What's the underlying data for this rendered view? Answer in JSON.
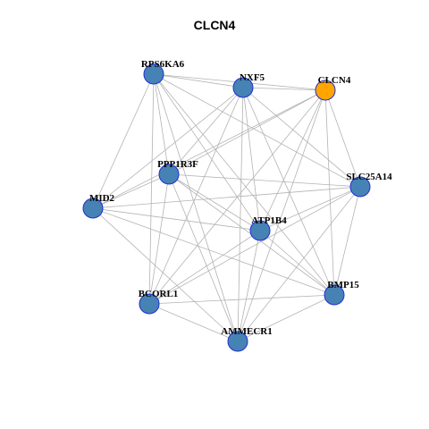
{
  "title": "CLCN4",
  "colors": {
    "node_default": "#4682b4",
    "node_query": "#ffa500",
    "node_border": "#1f2fd6",
    "edge": "#b3b3b3"
  },
  "nodes": [
    {
      "id": "RPS6KA6",
      "label": "RPS6KA6",
      "query": false
    },
    {
      "id": "NXF5",
      "label": "NXF5",
      "query": false
    },
    {
      "id": "CLCN4",
      "label": "CLCN4",
      "query": true
    },
    {
      "id": "PPP1R3F",
      "label": "PPP1R3F",
      "query": false
    },
    {
      "id": "SLC25A14",
      "label": "SLC25A14",
      "query": false
    },
    {
      "id": "MID2",
      "label": "MID2",
      "query": false
    },
    {
      "id": "ATP1B4",
      "label": "ATP1B4",
      "query": false
    },
    {
      "id": "BCORL1",
      "label": "BCORL1",
      "query": false
    },
    {
      "id": "BMP15",
      "label": "BMP15",
      "query": false
    },
    {
      "id": "AMMECR1",
      "label": "AMMECR1",
      "query": false
    }
  ],
  "edges": [
    [
      "RPS6KA6",
      "NXF5"
    ],
    [
      "RPS6KA6",
      "CLCN4"
    ],
    [
      "RPS6KA6",
      "PPP1R3F"
    ],
    [
      "RPS6KA6",
      "SLC25A14"
    ],
    [
      "RPS6KA6",
      "MID2"
    ],
    [
      "RPS6KA6",
      "ATP1B4"
    ],
    [
      "RPS6KA6",
      "BCORL1"
    ],
    [
      "RPS6KA6",
      "BMP15"
    ],
    [
      "RPS6KA6",
      "AMMECR1"
    ],
    [
      "NXF5",
      "CLCN4"
    ],
    [
      "NXF5",
      "PPP1R3F"
    ],
    [
      "NXF5",
      "SLC25A14"
    ],
    [
      "NXF5",
      "MID2"
    ],
    [
      "NXF5",
      "ATP1B4"
    ],
    [
      "NXF5",
      "BCORL1"
    ],
    [
      "NXF5",
      "BMP15"
    ],
    [
      "NXF5",
      "AMMECR1"
    ],
    [
      "CLCN4",
      "PPP1R3F"
    ],
    [
      "CLCN4",
      "SLC25A14"
    ],
    [
      "CLCN4",
      "MID2"
    ],
    [
      "CLCN4",
      "ATP1B4"
    ],
    [
      "CLCN4",
      "BCORL1"
    ],
    [
      "CLCN4",
      "BMP15"
    ],
    [
      "CLCN4",
      "AMMECR1"
    ],
    [
      "PPP1R3F",
      "SLC25A14"
    ],
    [
      "PPP1R3F",
      "MID2"
    ],
    [
      "PPP1R3F",
      "ATP1B4"
    ],
    [
      "PPP1R3F",
      "BCORL1"
    ],
    [
      "PPP1R3F",
      "BMP15"
    ],
    [
      "PPP1R3F",
      "AMMECR1"
    ],
    [
      "SLC25A14",
      "MID2"
    ],
    [
      "SLC25A14",
      "ATP1B4"
    ],
    [
      "SLC25A14",
      "BCORL1"
    ],
    [
      "SLC25A14",
      "BMP15"
    ],
    [
      "SLC25A14",
      "AMMECR1"
    ],
    [
      "MID2",
      "ATP1B4"
    ],
    [
      "MID2",
      "BMP15"
    ],
    [
      "MID2",
      "AMMECR1"
    ],
    [
      "ATP1B4",
      "BCORL1"
    ],
    [
      "ATP1B4",
      "BMP15"
    ],
    [
      "ATP1B4",
      "AMMECR1"
    ],
    [
      "BCORL1",
      "BMP15"
    ],
    [
      "BCORL1",
      "AMMECR1"
    ],
    [
      "BMP15",
      "AMMECR1"
    ]
  ]
}
